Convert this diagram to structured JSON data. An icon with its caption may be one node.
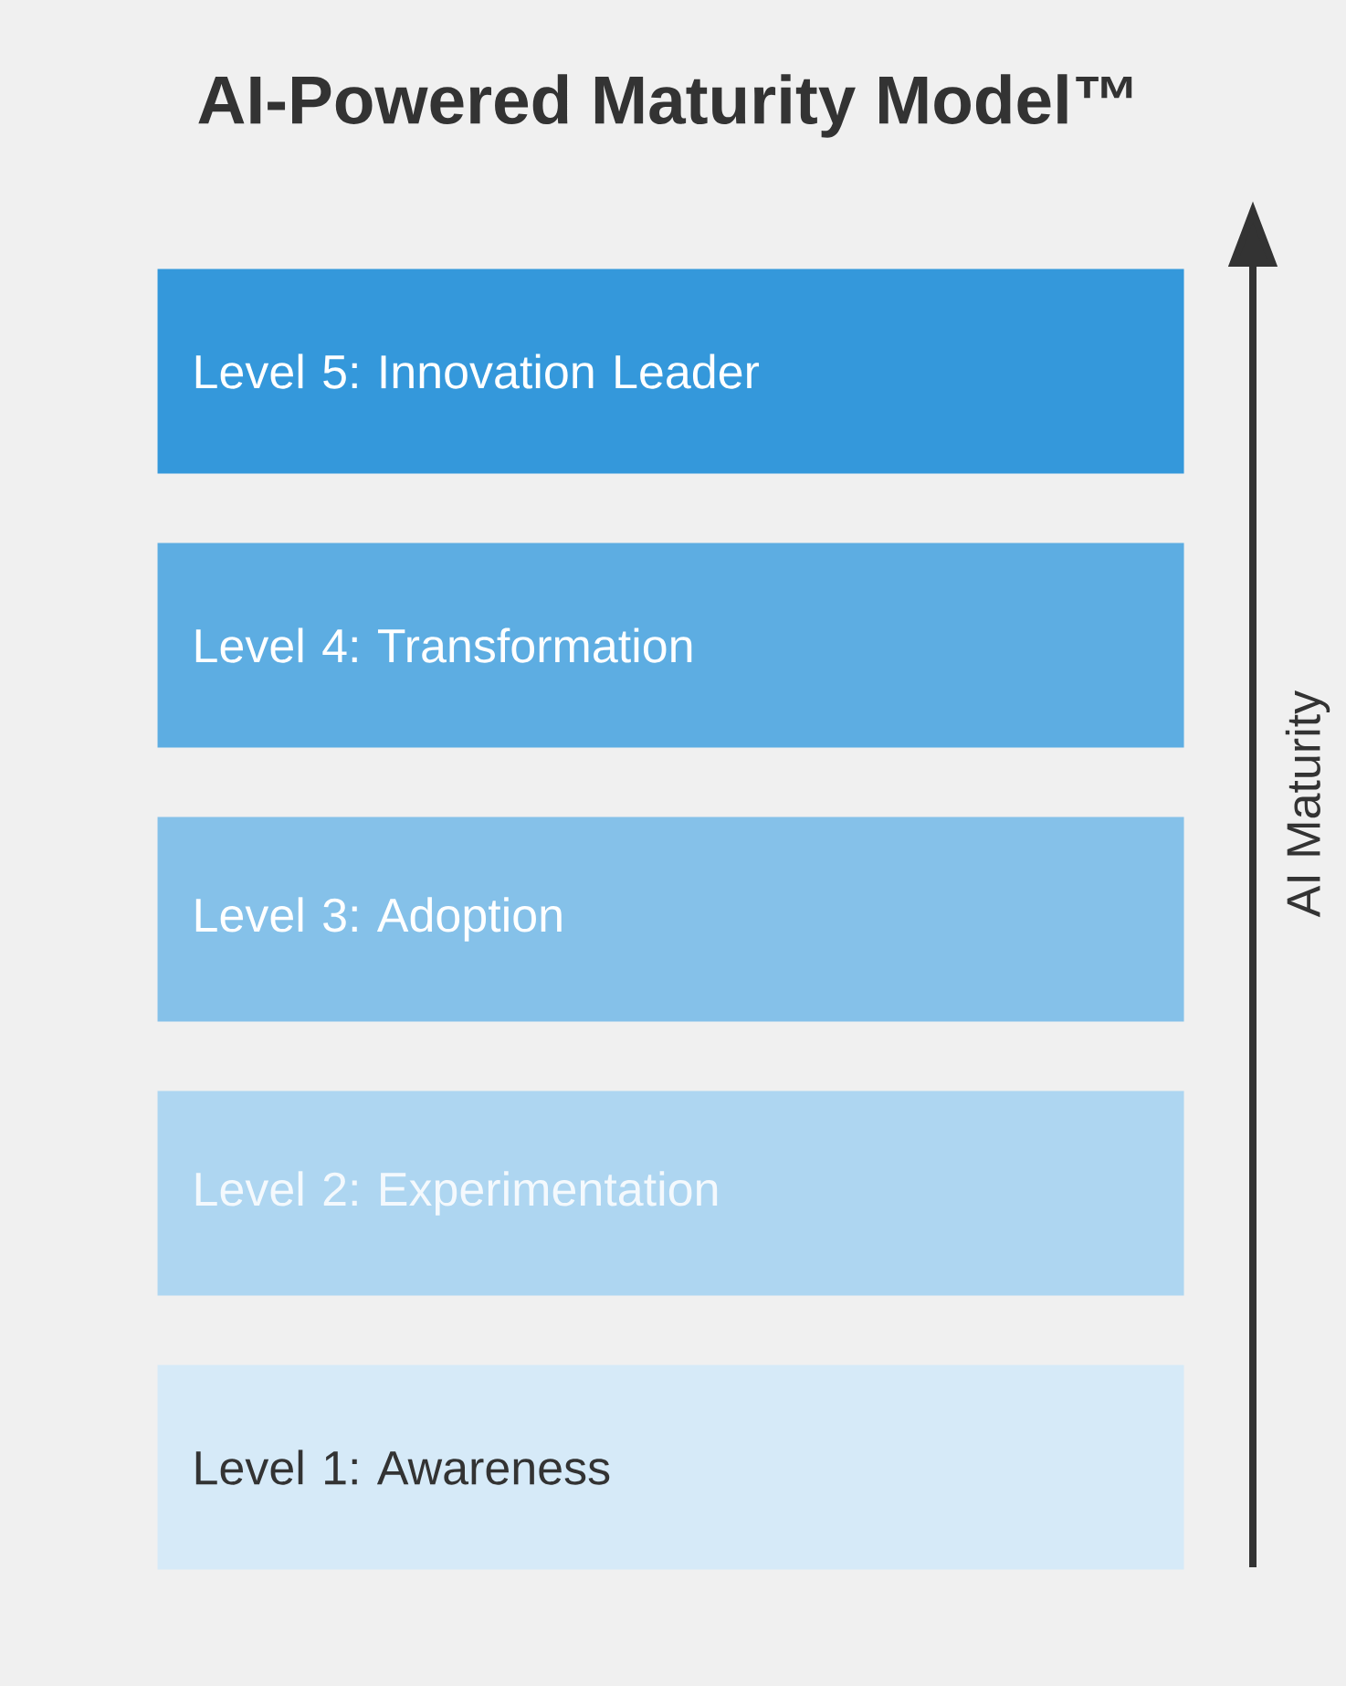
{
  "diagram": {
    "title": "AI-Powered Maturity Model™",
    "nodes": [
      {
        "text": [
          "Level 5: Innovation Leader"
        ]
      },
      {
        "text": [
          "Level 4: Transformation"
        ]
      },
      {
        "text": [
          "Level 3: Adoption"
        ]
      },
      {
        "text": [
          "Level 2: Experimentation"
        ]
      },
      {
        "text": [
          "Level 1: Awareness"
        ]
      }
    ],
    "labels": [
      "AI Maturity"
    ]
  }
}
